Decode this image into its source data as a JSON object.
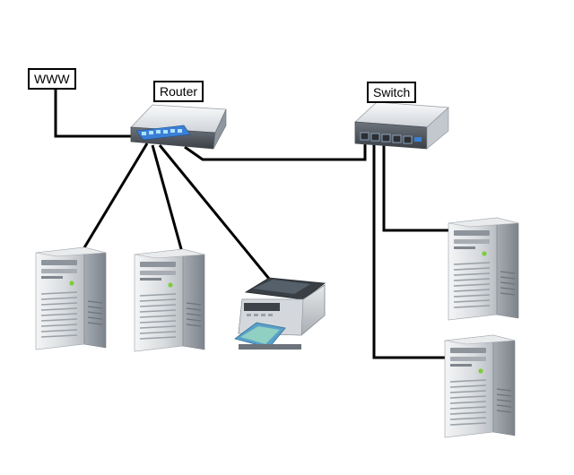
{
  "labels": {
    "www": "WWW",
    "router": "Router",
    "switch": "Switch"
  },
  "icons": {
    "router": "router-icon",
    "switch": "switch-icon",
    "server": "server-tower-icon",
    "printer": "printer-icon"
  },
  "colors": {
    "connection_line": "#000000",
    "server_body": "#c9cdd2",
    "server_side": "#8e949b",
    "server_led": "#7ccd3a",
    "router_port": "#2f6fc2",
    "switch_port": "#3a7fd6"
  }
}
